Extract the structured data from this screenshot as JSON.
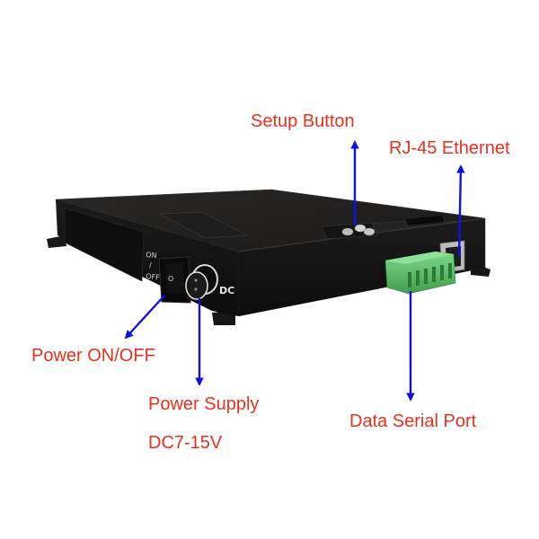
{
  "labels": {
    "setup_button": "Setup Button",
    "rj45": "RJ-45 Ethernet",
    "power_switch": "Power ON/OFF",
    "power_supply": "Power Supply",
    "power_voltage": "DC7-15V",
    "serial_port": "Data Serial Port"
  },
  "device_markings": {
    "switch_on": "ON",
    "switch_sep": "/",
    "switch_off": "OFF",
    "dc_label": "DC"
  },
  "colors": {
    "label_text": "#e8321e",
    "arrow": "#1010e0",
    "device_body": "#141414",
    "terminal_block": "#5cc46a"
  }
}
